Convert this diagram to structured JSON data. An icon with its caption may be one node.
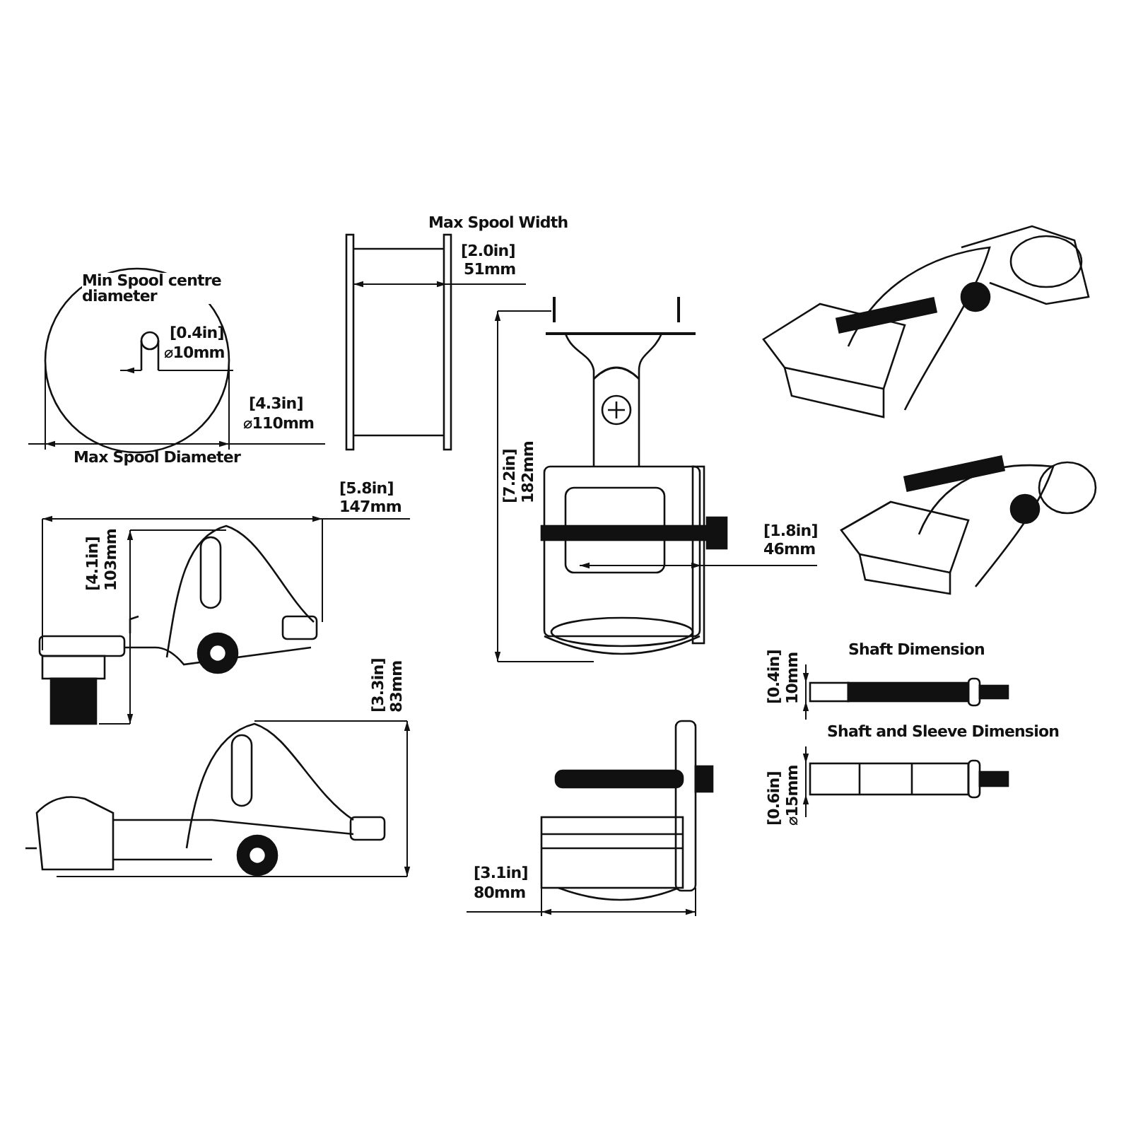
{
  "diagram": {
    "labels": [
      "Max Spool Width",
      "[2.0in]",
      "51mm",
      "Min Spool centre diameter",
      "[0.4in]",
      "⌀10mm",
      "[4.3in]",
      "⌀110mm",
      "Max Spool Diameter",
      "[7.2in]",
      "182mm",
      "[5.8in]",
      "147mm",
      "[1.8in]",
      "46mm",
      "[4.1in]",
      "103mm",
      "[3.3in]",
      "83mm",
      "Shaft Dimension",
      "[0.4in]",
      "10mm",
      "Shaft and Sleeve Dimension",
      "[0.6in]",
      "⌀15mm",
      "[3.1in]",
      "80mm"
    ]
  }
}
